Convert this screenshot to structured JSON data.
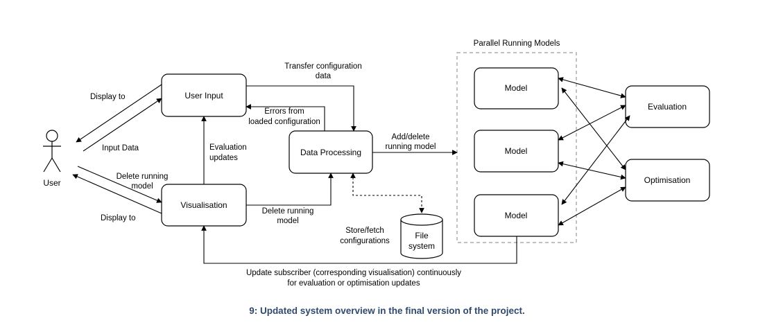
{
  "colors": {
    "stroke": "#000000",
    "group_border": "#9a9a9a",
    "caption": "#2f4a6d"
  },
  "group": {
    "title": "Parallel Running Models"
  },
  "nodes": {
    "user_input": "User Input",
    "data_processing": "Data Processing",
    "visualisation": "Visualisation",
    "model_1": "Model",
    "model_2": "Model",
    "model_3": "Model",
    "evaluation": "Evaluation",
    "optimisation": "Optimisation",
    "file_system_line1": "File",
    "file_system_line2": "system",
    "user": "User"
  },
  "edges": {
    "display_to_top": "Display to",
    "input_data": "Input Data",
    "delete_running_model_user_1": "Delete running",
    "delete_running_model_user_2": "model",
    "display_to_bottom": "Display to",
    "transfer_config_1": "Transfer configuration",
    "transfer_config_2": "data",
    "errors_1": "Errors from",
    "errors_2": "loaded configuration",
    "evaluation_updates_1": "Evaluation",
    "evaluation_updates_2": "updates",
    "add_delete_1": "Add/delete",
    "add_delete_2": "running model",
    "delete_running_model_vis_1": "Delete running",
    "delete_running_model_vis_2": "model",
    "store_fetch_1": "Store/fetch",
    "store_fetch_2": "configurations",
    "update_subscriber_1": "Update subscriber (corresponding visualisation) continuously",
    "update_subscriber_2": "for evaluation or optimisation updates"
  },
  "caption": "9: Updated system overview in the final version of the project."
}
